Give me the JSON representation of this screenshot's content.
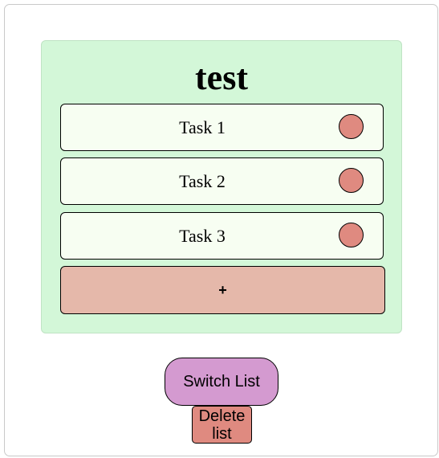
{
  "list": {
    "title": "test",
    "tasks": [
      {
        "label": "Task 1"
      },
      {
        "label": "Task 2"
      },
      {
        "label": "Task 3"
      }
    ],
    "add_label": "+"
  },
  "actions": {
    "switch_label": "Switch List",
    "delete_label_line1": "Delete",
    "delete_label_line2": "list"
  },
  "colors": {
    "card_background": "#d3f7d8",
    "task_background": "#f7fef2",
    "task_check": "#df8a80",
    "add_button": "#e5b8aa",
    "switch_button": "#d49ad0",
    "delete_button": "#df8a80"
  }
}
